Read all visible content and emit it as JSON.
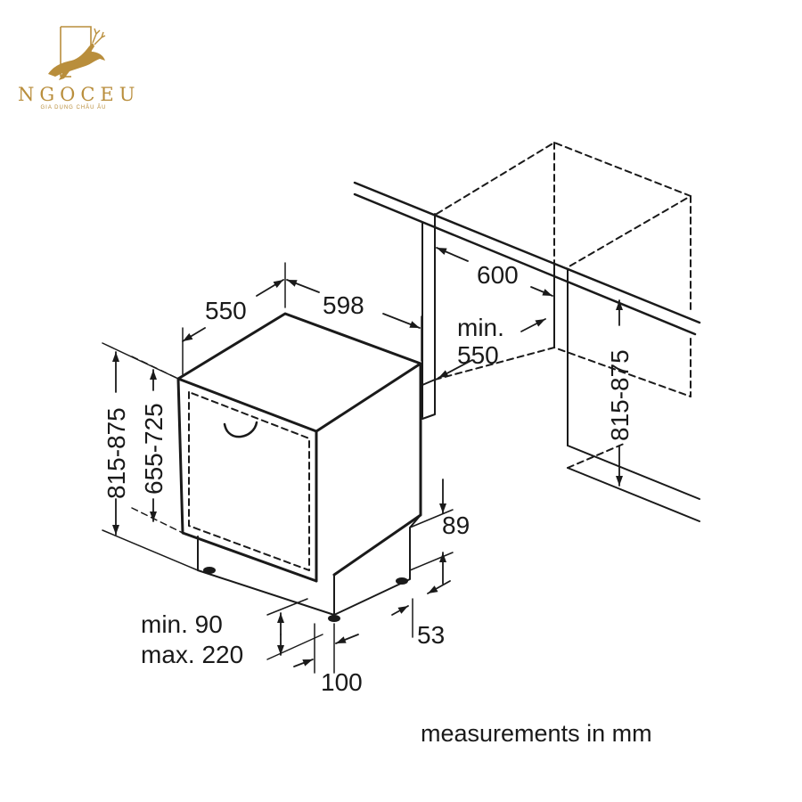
{
  "logo": {
    "brand": "NGOCEU",
    "tagline": "GIA DỤNG CHÂU ÂU"
  },
  "dimensions": {
    "depth": "550",
    "width": "598",
    "niche_width": "600",
    "niche_depth_min": "min.",
    "niche_depth_value": "550",
    "height_left": "815-875",
    "door_height": "655-725",
    "height_right": "815-875",
    "toe_height": "89",
    "foot_offset": "53",
    "plinth_min": "min. 90",
    "plinth_max": "max. 220",
    "plinth_depth": "100"
  },
  "footer": {
    "units_note": "measurements in mm"
  },
  "colors": {
    "line": "#1a1a1a",
    "brand": "#b98e3c"
  }
}
